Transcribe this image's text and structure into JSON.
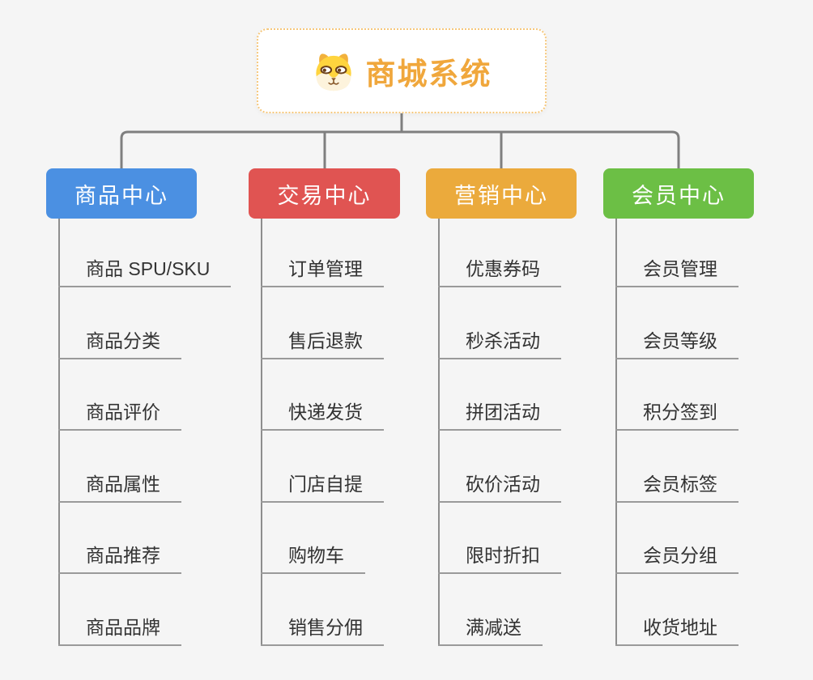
{
  "root": {
    "title": "商城系统",
    "icon": "shiba-dog-icon"
  },
  "branches": [
    {
      "label": "商品中心",
      "color": "#4b90e2",
      "items": [
        "商品 SPU/SKU",
        "商品分类",
        "商品评价",
        "商品属性",
        "商品推荐",
        "商品品牌"
      ]
    },
    {
      "label": "交易中心",
      "color": "#e05452",
      "items": [
        "订单管理",
        "售后退款",
        "快递发货",
        "门店自提",
        "购物车",
        "销售分佣"
      ]
    },
    {
      "label": "营销中心",
      "color": "#ebaa3c",
      "items": [
        "优惠券码",
        "秒杀活动",
        "拼团活动",
        "砍价活动",
        "限时折扣",
        "满减送"
      ]
    },
    {
      "label": "会员中心",
      "color": "#6cbf45",
      "items": [
        "会员管理",
        "会员等级",
        "积分签到",
        "会员标签",
        "会员分组",
        "收货地址"
      ]
    }
  ],
  "colors": {
    "background": "#f5f5f5",
    "root_accent": "#f0a73c",
    "root_border": "#f6c77b",
    "connector_gray": "#7f7f7f",
    "underline_gray": "#9a9a9a",
    "item_text": "#333333"
  }
}
